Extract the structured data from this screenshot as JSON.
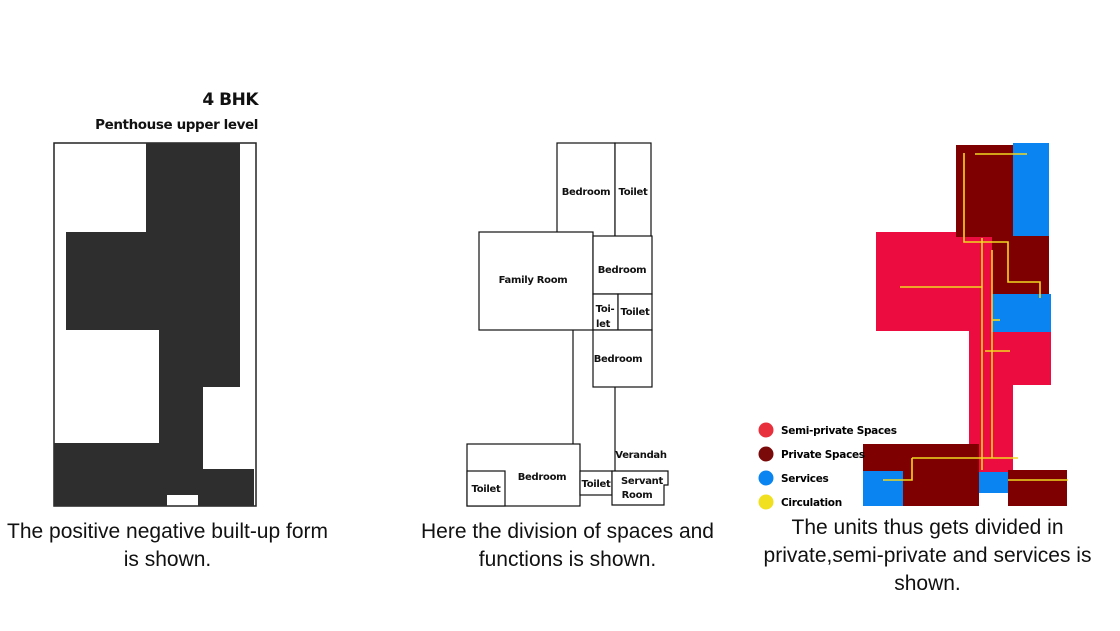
{
  "figure_1": {
    "title": "4 BHK",
    "subtitle": "Penthouse upper level",
    "caption": "The positive negative built-up form is shown."
  },
  "figure_2": {
    "caption": "Here the division of spaces and functions is shown.",
    "rooms": {
      "bedroom_top": "Bedroom",
      "toilet_top": "Toilet",
      "family_room": "Family Room",
      "bedroom_mid": "Bedroom",
      "toilet_split_1": "Toi-",
      "toilet_split_2": "let",
      "toilet_mid": "Toilet",
      "bedroom_lower": "Bedroom",
      "verandah": "Verandah",
      "bedroom_bottom": "Bedroom",
      "toilet_bottom_left": "Toilet",
      "toilet_bottom_mid": "Toilet",
      "servant_1": "Servant",
      "servant_2": "Room"
    }
  },
  "figure_3": {
    "caption": "The units thus gets divided in private,semi-private and services is shown.",
    "legend": [
      {
        "label": "Semi-private Spaces",
        "color": "#e8303c"
      },
      {
        "label": "Private Spaces",
        "color": "#7a0a0a"
      },
      {
        "label": "Services",
        "color": "#0a84f0"
      },
      {
        "label": "Circulation",
        "color": "#f0e020"
      }
    ],
    "colors": {
      "semi_private": "#ec0c40",
      "private": "#7f0000",
      "services": "#0a84f0",
      "circulation": "#f0d820"
    }
  }
}
